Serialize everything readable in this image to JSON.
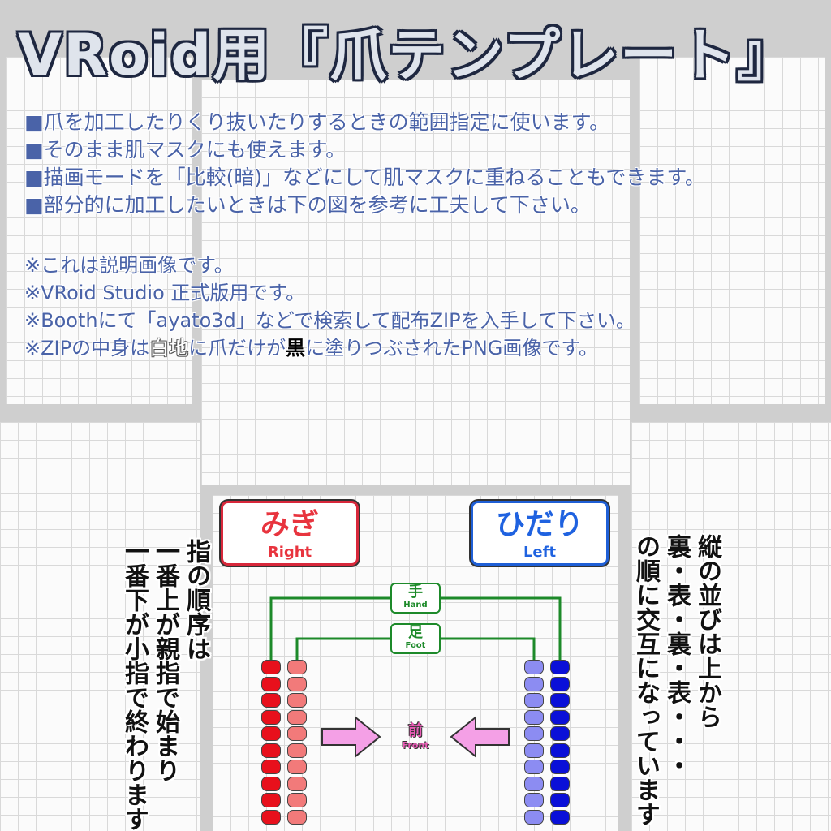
{
  "title": "VRoid用『爪テンプレート』",
  "instructions": [
    "■爪を加工したりくり抜いたりするときの範囲指定に使います。",
    "■そのまま肌マスクにも使えます。",
    "■描画モードを「比較(暗)」などにして肌マスクに重ねることもできます。",
    "■部分的に加工したいときは下の図を参考に工夫して下さい。"
  ],
  "notes": [
    "※これは説明画像です。",
    "※VRoid Studio 正式版用です。",
    "※Boothにて「ayato3d」などで検索して配布ZIPを入手して下さい。"
  ],
  "note_last": {
    "part1": "※ZIPの中身は",
    "part2": "白地",
    "part3": "に爪だけが",
    "part4": "黒",
    "part5": "に塗りつぶされたPNG画像です。"
  },
  "right_label": {
    "jp": "みぎ",
    "en": "Right"
  },
  "left_label": {
    "jp": "ひだり",
    "en": "Left"
  },
  "hand_label": {
    "jp": "手",
    "en": "Hand"
  },
  "foot_label": {
    "jp": "足",
    "en": "Foot"
  },
  "front_label": {
    "jp": "前",
    "en": "Front"
  },
  "finger_order_line1": "指の順序は",
  "finger_order_line2": "一番上が親指で始まり",
  "finger_order_line3": "一番下が小指で終わります",
  "layout_line1": "縦の並びは上から",
  "layout_line2": "裏・表・裏・表・・・",
  "layout_line3": "の順に交互になっています",
  "colors": {
    "right_hand_nail": "#e8101c",
    "right_foot_nail": "#f27a7a",
    "left_foot_nail": "#8c8cf2",
    "left_hand_nail": "#0a10d8",
    "arrow": "#f4a0e6",
    "bracket": "#1d8a2a"
  }
}
